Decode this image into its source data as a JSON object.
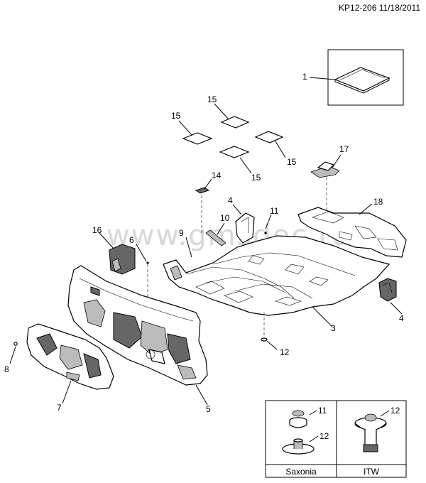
{
  "header": {
    "ref": "KP12-206 11/18/2011"
  },
  "watermark": "www.gmsdoc.ru",
  "callouts": {
    "c1": "1",
    "c15a": "15",
    "c15b": "15",
    "c15c": "15",
    "c15d": "15",
    "c17": "17",
    "c14": "14",
    "c4a": "4",
    "c11a": "11",
    "c18": "18",
    "c10": "10",
    "c9": "9",
    "c16": "16",
    "c6": "6",
    "c4b": "4",
    "c3": "3",
    "c12a": "12",
    "c8": "8",
    "c5": "5",
    "c7": "7"
  },
  "legend": {
    "c11": "11",
    "c12a": "12",
    "c12b": "12",
    "left_label": "Saxonia",
    "right_label": "ITW"
  }
}
